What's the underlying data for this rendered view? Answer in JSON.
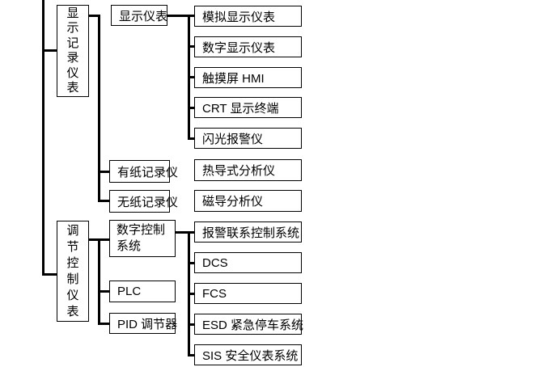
{
  "diagram": {
    "type": "tree-diagram",
    "language": "zh-CN",
    "colors": {
      "background": "#ffffff",
      "line": "#000000",
      "text": "#000000"
    },
    "nodes": {
      "display_recording": "显示记录仪表",
      "display_instruments": "显示仪表",
      "analog_display": "模拟显示仪表",
      "digital_display": "数字显示仪表",
      "touchscreen_hmi": "触摸屏 HMI",
      "crt_terminal": "CRT 显示终端",
      "flash_alarm": "闪光报警仪",
      "paper_recorder": "有纸记录仪",
      "paperless_recorder": "无纸记录仪",
      "thermal_analyzer": "热导式分析仪",
      "magnetic_analyzer": "磁导分析仪",
      "control_instruments": "调节控制仪表",
      "digital_control_system": "数字控制系统",
      "plc": "PLC",
      "pid_controller": "PID 调节器",
      "alarm_interlock": "报警联系控制系统",
      "dcs": "DCS",
      "fcs": "FCS",
      "esd": "ESD 紧急停车系统",
      "sis": "SIS 安全仪表系统"
    },
    "hierarchy": [
      {
        "root": "显示记录仪表",
        "children": [
          {
            "label": "显示仪表",
            "children": [
              "模拟显示仪表",
              "数字显示仪表",
              "触摸屏 HMI",
              "CRT 显示终端",
              "闪光报警仪"
            ]
          },
          {
            "label": "有纸记录仪",
            "children": []
          },
          {
            "label": "无纸记录仪",
            "children": []
          }
        ],
        "unconnected_adjacent": [
          "热导式分析仪",
          "磁导分析仪"
        ]
      },
      {
        "root": "调节控制仪表",
        "children": [
          {
            "label": "数字控制系统",
            "children": [
              "报警联系控制系统",
              "DCS",
              "FCS",
              "ESD 紧急停车系统",
              "SIS 安全仪表系统"
            ]
          },
          {
            "label": "PLC",
            "children": []
          },
          {
            "label": "PID 调节器",
            "children": []
          }
        ]
      }
    ]
  }
}
